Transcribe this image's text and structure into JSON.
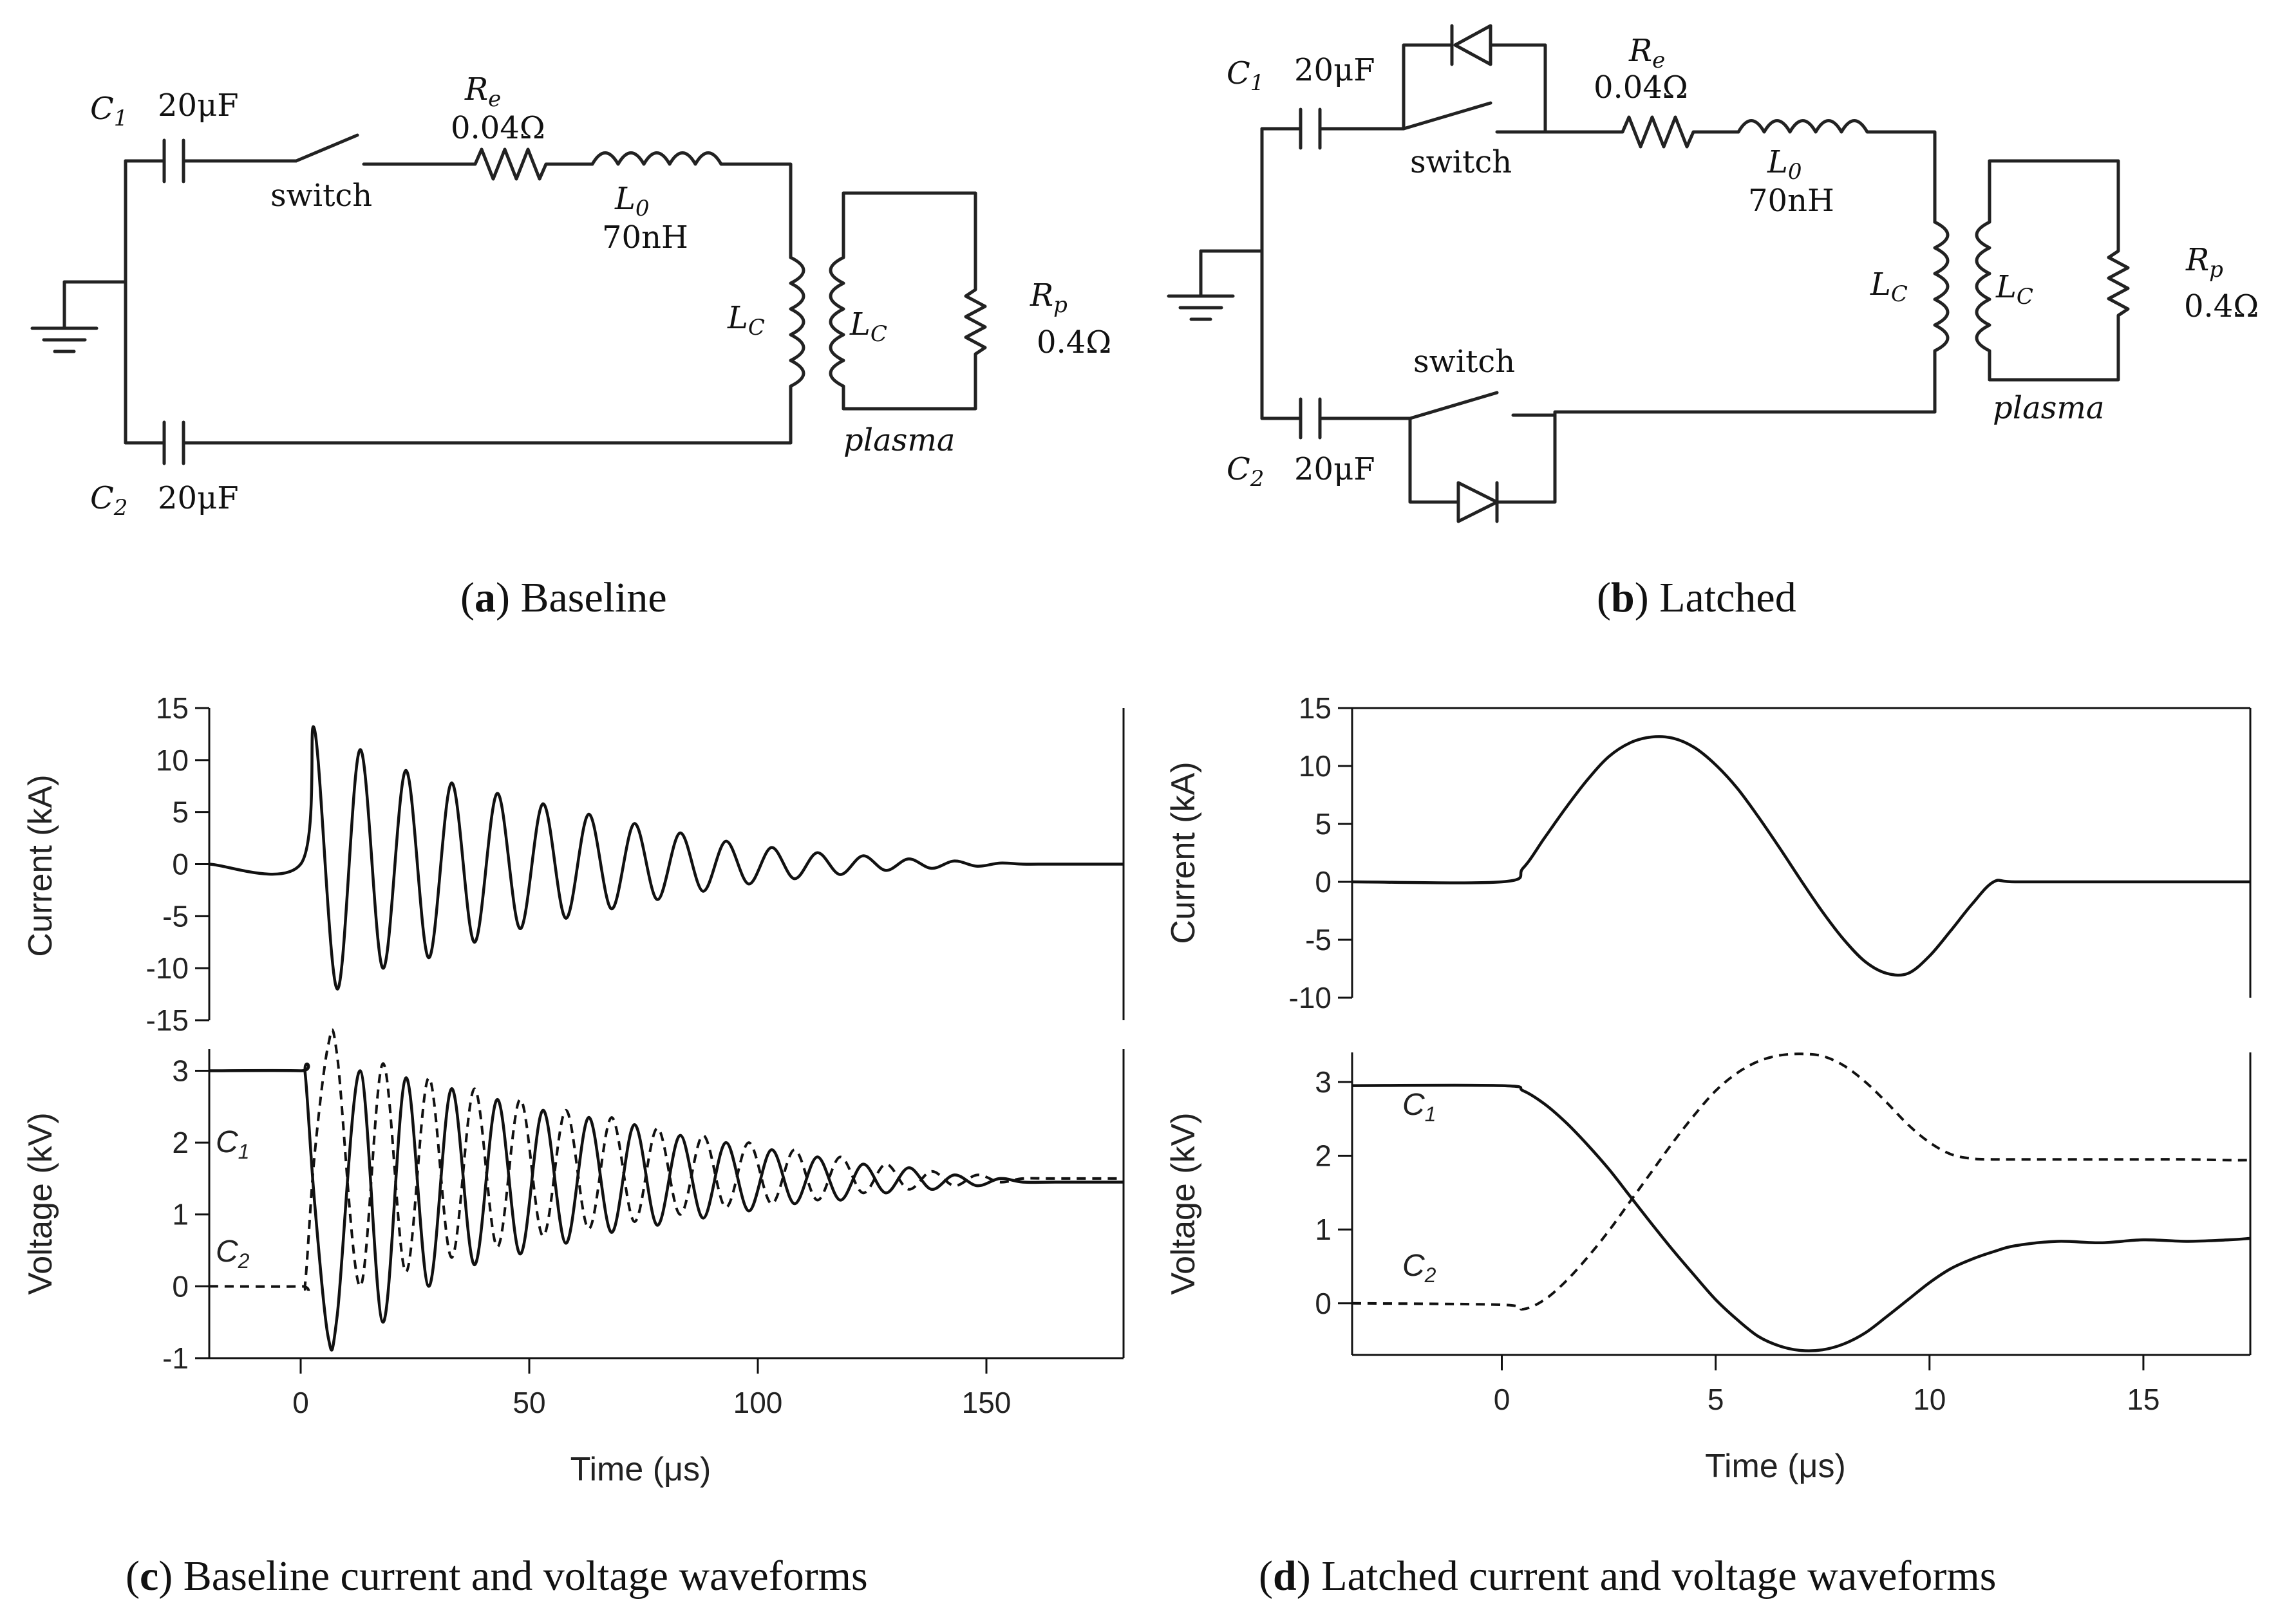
{
  "circuits": {
    "a": {
      "caption_letter": "a",
      "caption_text": " Baseline",
      "c1_name": "C",
      "c1_sub": "1",
      "c1_val": "20μF",
      "c2_name": "C",
      "c2_sub": "2",
      "c2_val": "20μF",
      "switch_label": "switch",
      "re_name": "R",
      "re_sub": "e",
      "re_val": "0.04Ω",
      "l0_name": "L",
      "l0_sub": "0",
      "l0_val": "70nH",
      "lc_name": "L",
      "lc_sub": "C",
      "rp_name": "R",
      "rp_sub": "p",
      "rp_val": "0.4Ω",
      "plasma_label": "plasma"
    },
    "b": {
      "caption_letter": "b",
      "caption_text": " Latched",
      "c1_name": "C",
      "c1_sub": "1",
      "c1_val": "20μF",
      "c2_name": "C",
      "c2_sub": "2",
      "c2_val": "20μF",
      "switch_label": "switch",
      "re_name": "R",
      "re_sub": "e",
      "re_val": "0.04Ω",
      "l0_name": "L",
      "l0_sub": "0",
      "l0_val": "70nH",
      "lc_name": "L",
      "lc_sub": "C",
      "rp_name": "R",
      "rp_sub": "p",
      "rp_val": "0.4Ω",
      "plasma_label": "plasma"
    }
  },
  "captions": {
    "c": {
      "letter": "c",
      "text": " Baseline current and voltage waveforms"
    },
    "d": {
      "letter": "d",
      "text": " Latched current and voltage waveforms"
    }
  },
  "chart_data": [
    {
      "id": "c-current",
      "type": "line",
      "ylabel": "Current (kA)",
      "xlim": [
        -20,
        180
      ],
      "ylim": [
        -15,
        15
      ],
      "yticks": [
        -15,
        -10,
        -5,
        0,
        5,
        10,
        15
      ],
      "series": [
        {
          "x": [
            -20,
            0,
            3,
            8,
            13,
            18,
            23,
            28,
            33,
            38,
            43,
            48,
            53,
            58,
            63,
            68,
            73,
            78,
            83,
            88,
            93,
            98,
            103,
            108,
            113,
            118,
            123,
            128,
            133,
            138,
            143,
            148,
            153,
            158,
            163,
            168,
            173,
            180
          ],
          "y": [
            0,
            0,
            13,
            -12,
            11,
            -10,
            9,
            -9,
            7.8,
            -7.5,
            6.8,
            -6.2,
            5.8,
            -5.2,
            4.8,
            -4.3,
            3.9,
            -3.4,
            3.0,
            -2.6,
            2.2,
            -1.9,
            1.6,
            -1.4,
            1.1,
            -1.0,
            0.8,
            -0.6,
            0.5,
            -0.4,
            0.3,
            -0.2,
            0.1,
            0,
            0,
            0,
            0,
            0
          ]
        }
      ]
    },
    {
      "id": "c-voltage",
      "type": "line",
      "xlabel": "Time (μs)",
      "ylabel": "Voltage (kV)",
      "xlim": [
        -20,
        180
      ],
      "ylim": [
        -1,
        3.3
      ],
      "yticks": [
        -1,
        0,
        1,
        2,
        3
      ],
      "xticks": [
        0,
        50,
        100,
        150
      ],
      "series": [
        {
          "name": "C1",
          "style": "solid",
          "x": [
            -20,
            0,
            1,
            3,
            6,
            8,
            13,
            18,
            23,
            28,
            33,
            38,
            43,
            48,
            53,
            58,
            63,
            68,
            73,
            78,
            83,
            88,
            93,
            98,
            103,
            108,
            113,
            118,
            123,
            128,
            133,
            138,
            143,
            148,
            153,
            158,
            165,
            180
          ],
          "y": [
            3,
            3,
            2.95,
            1.2,
            -0.7,
            -0.4,
            3.0,
            -0.5,
            2.9,
            0.0,
            2.75,
            0.3,
            2.6,
            0.45,
            2.45,
            0.6,
            2.35,
            0.75,
            2.25,
            0.85,
            2.1,
            0.95,
            2.0,
            1.05,
            1.9,
            1.15,
            1.8,
            1.2,
            1.7,
            1.3,
            1.65,
            1.35,
            1.55,
            1.4,
            1.5,
            1.45,
            1.45,
            1.45
          ]
        },
        {
          "name": "C2",
          "style": "dashed",
          "x": [
            -20,
            0,
            1,
            3,
            6,
            8,
            13,
            18,
            23,
            28,
            33,
            38,
            43,
            48,
            53,
            58,
            63,
            68,
            73,
            78,
            83,
            88,
            93,
            98,
            103,
            108,
            113,
            118,
            123,
            128,
            133,
            138,
            143,
            148,
            153,
            158,
            165,
            180
          ],
          "y": [
            0,
            0,
            0.05,
            1.8,
            3.35,
            3.2,
            0.0,
            3.1,
            0.2,
            2.9,
            0.4,
            2.75,
            0.55,
            2.6,
            0.7,
            2.45,
            0.8,
            2.35,
            0.9,
            2.2,
            1.0,
            2.1,
            1.1,
            2.0,
            1.15,
            1.9,
            1.2,
            1.8,
            1.3,
            1.7,
            1.35,
            1.6,
            1.4,
            1.55,
            1.45,
            1.5,
            1.5,
            1.5
          ]
        }
      ]
    },
    {
      "id": "d-current",
      "type": "line",
      "ylabel": "Current (kA)",
      "xlim": [
        -3.5,
        17.5
      ],
      "ylim": [
        -10,
        15
      ],
      "yticks": [
        -10,
        -5,
        0,
        5,
        10,
        15
      ],
      "series": [
        {
          "x": [
            -3.5,
            0,
            0.5,
            1,
            1.5,
            2,
            2.5,
            3,
            3.5,
            4,
            4.5,
            5,
            5.5,
            6,
            6.5,
            7,
            7.5,
            8,
            8.5,
            9,
            9.5,
            10,
            10.5,
            11,
            11.5,
            12,
            14,
            17.5
          ],
          "y": [
            0,
            0,
            1.2,
            3.8,
            6.4,
            8.8,
            10.8,
            12.0,
            12.5,
            12.4,
            11.6,
            10.1,
            8.1,
            5.6,
            2.9,
            0.1,
            -2.6,
            -5.0,
            -6.9,
            -7.9,
            -7.9,
            -6.4,
            -4.2,
            -1.9,
            0,
            0,
            0,
            0
          ]
        }
      ]
    },
    {
      "id": "d-voltage",
      "type": "line",
      "xlabel": "Time (μs)",
      "ylabel": "Voltage (kV)",
      "xlim": [
        -3.5,
        17.5
      ],
      "ylim": [
        -0.7,
        3.4
      ],
      "yticks": [
        0,
        1,
        2,
        3
      ],
      "xticks": [
        0,
        5,
        10,
        15
      ],
      "series": [
        {
          "name": "C1",
          "style": "solid",
          "x": [
            -3.5,
            0,
            0.5,
            1,
            1.5,
            2,
            2.5,
            3,
            3.5,
            4,
            4.5,
            5,
            5.5,
            6,
            6.5,
            7,
            7.5,
            8,
            8.5,
            9,
            9.5,
            10,
            10.5,
            11,
            11.5,
            12,
            13,
            14,
            15,
            16,
            17,
            17.5
          ],
          "y": [
            2.95,
            2.95,
            2.88,
            2.7,
            2.45,
            2.15,
            1.82,
            1.45,
            1.08,
            0.72,
            0.38,
            0.05,
            -0.22,
            -0.45,
            -0.58,
            -0.64,
            -0.63,
            -0.55,
            -0.4,
            -0.18,
            0.05,
            0.28,
            0.47,
            0.6,
            0.7,
            0.78,
            0.84,
            0.82,
            0.86,
            0.84,
            0.86,
            0.88
          ]
        },
        {
          "name": "C2",
          "style": "dashed",
          "x": [
            -3.5,
            0,
            0.5,
            1,
            1.5,
            2,
            2.5,
            3,
            3.5,
            4,
            4.5,
            5,
            5.5,
            6,
            6.5,
            7,
            7.5,
            8,
            8.5,
            9,
            9.5,
            10,
            10.5,
            11,
            11.5,
            12,
            13,
            14,
            15,
            16,
            17,
            17.5
          ],
          "y": [
            0,
            -0.02,
            -0.08,
            0.05,
            0.3,
            0.62,
            0.98,
            1.38,
            1.78,
            2.18,
            2.55,
            2.88,
            3.12,
            3.28,
            3.36,
            3.38,
            3.35,
            3.22,
            3.0,
            2.72,
            2.42,
            2.18,
            2.02,
            1.96,
            1.95,
            1.95,
            1.95,
            1.95,
            1.95,
            1.95,
            1.94,
            1.94
          ]
        }
      ]
    }
  ],
  "labels": {
    "c_c1": "C",
    "c_c1_sub": "1",
    "c_c2": "C",
    "c_c2_sub": "2",
    "d_c1": "C",
    "d_c1_sub": "1",
    "d_c2": "C",
    "d_c2_sub": "2"
  }
}
